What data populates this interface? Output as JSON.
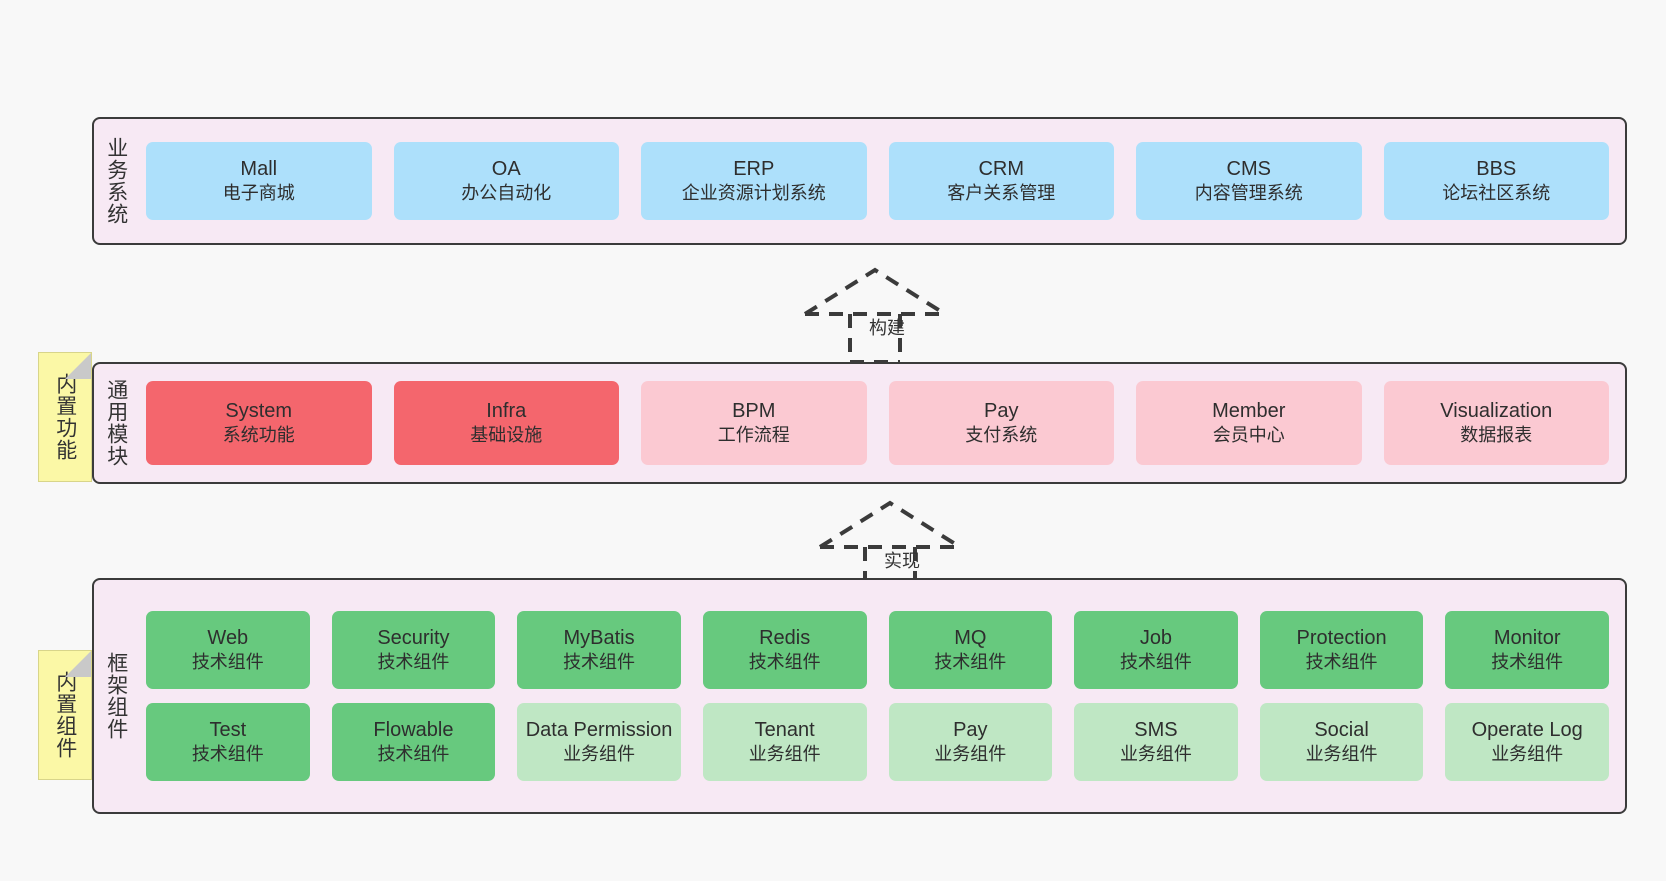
{
  "diagram": {
    "colors": {
      "canvas_bg": "#f8f8f8",
      "layer_bg": "#f7e9f4",
      "layer_border": "#3b3b3b",
      "business_box": "#ade0fb",
      "module_core": "#f4666d",
      "module_optional": "#fbc9d2",
      "component_tech": "#67c97e",
      "component_biz": "#bfe7c4",
      "note_bg": "#fbf8a6",
      "note_fold": "#c9c9c9"
    },
    "layers": [
      {
        "id": "business-systems",
        "title": "业务系统",
        "rows": [
          {
            "boxes": [
              {
                "title": "Mall",
                "subtitle": "电子商城",
                "style": "c-blue"
              },
              {
                "title": "OA",
                "subtitle": "办公自动化",
                "style": "c-blue"
              },
              {
                "title": "ERP",
                "subtitle": "企业资源计划系统",
                "style": "c-blue"
              },
              {
                "title": "CRM",
                "subtitle": "客户关系管理",
                "style": "c-blue"
              },
              {
                "title": "CMS",
                "subtitle": "内容管理系统",
                "style": "c-blue"
              },
              {
                "title": "BBS",
                "subtitle": "论坛社区系统",
                "style": "c-blue"
              }
            ]
          }
        ]
      },
      {
        "id": "common-modules",
        "title": "通用模块",
        "note": "内置功能",
        "rows": [
          {
            "boxes": [
              {
                "title": "System",
                "subtitle": "系统功能",
                "style": "c-red-strong"
              },
              {
                "title": "Infra",
                "subtitle": "基础设施",
                "style": "c-red-strong"
              },
              {
                "title": "BPM",
                "subtitle": "工作流程",
                "style": "c-red-light"
              },
              {
                "title": "Pay",
                "subtitle": "支付系统",
                "style": "c-red-light"
              },
              {
                "title": "Member",
                "subtitle": "会员中心",
                "style": "c-red-light"
              },
              {
                "title": "Visualization",
                "subtitle": "数据报表",
                "style": "c-red-light"
              }
            ]
          }
        ]
      },
      {
        "id": "framework-components",
        "title": "框架组件",
        "note": "内置组件",
        "rows": [
          {
            "boxes": [
              {
                "title": "Web",
                "subtitle": "技术组件",
                "style": "c-green-dark"
              },
              {
                "title": "Security",
                "subtitle": "技术组件",
                "style": "c-green-dark"
              },
              {
                "title": "MyBatis",
                "subtitle": "技术组件",
                "style": "c-green-dark"
              },
              {
                "title": "Redis",
                "subtitle": "技术组件",
                "style": "c-green-dark"
              },
              {
                "title": "MQ",
                "subtitle": "技术组件",
                "style": "c-green-dark"
              },
              {
                "title": "Job",
                "subtitle": "技术组件",
                "style": "c-green-dark"
              },
              {
                "title": "Protection",
                "subtitle": "技术组件",
                "style": "c-green-dark"
              },
              {
                "title": "Monitor",
                "subtitle": "技术组件",
                "style": "c-green-dark"
              }
            ]
          },
          {
            "boxes": [
              {
                "title": "Test",
                "subtitle": "技术组件",
                "style": "c-green-dark"
              },
              {
                "title": "Flowable",
                "subtitle": "技术组件",
                "style": "c-green-dark"
              },
              {
                "title": "Data Permission",
                "subtitle": "业务组件",
                "style": "c-green-light"
              },
              {
                "title": "Tenant",
                "subtitle": "业务组件",
                "style": "c-green-light"
              },
              {
                "title": "Pay",
                "subtitle": "业务组件",
                "style": "c-green-light"
              },
              {
                "title": "SMS",
                "subtitle": "业务组件",
                "style": "c-green-light"
              },
              {
                "title": "Social",
                "subtitle": "业务组件",
                "style": "c-green-light"
              },
              {
                "title": "Operate Log",
                "subtitle": "业务组件",
                "style": "c-green-light"
              }
            ]
          }
        ]
      }
    ],
    "connectors": [
      {
        "id": "build",
        "label": "构建"
      },
      {
        "id": "implement",
        "label": "实现"
      }
    ]
  }
}
